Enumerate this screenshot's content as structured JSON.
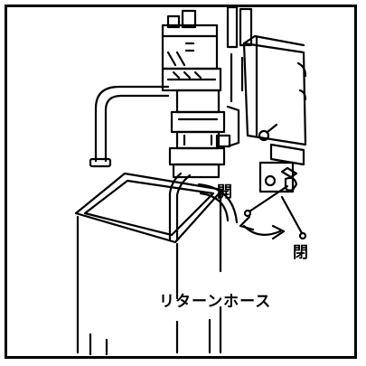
{
  "labels": {
    "open": "開",
    "closed": "閉",
    "return_hose": "リターンホース"
  },
  "colors": {
    "line": "#000000",
    "background": "#ffffff"
  }
}
